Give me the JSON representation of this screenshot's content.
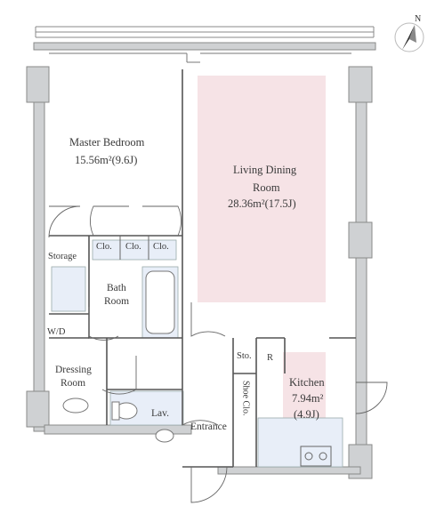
{
  "compass": {
    "north_label": "N"
  },
  "rooms": {
    "master_bedroom": {
      "name": "Master Bedroom",
      "area": "15.56m²(9.6J)"
    },
    "living_dining": {
      "name_line1": "Living Dining",
      "name_line2": "Room",
      "area": "28.36m²(17.5J)"
    },
    "kitchen": {
      "name": "Kitchen",
      "area": "7.94m²",
      "area_j": "(4.9J)"
    },
    "bath_room": {
      "line1": "Bath",
      "line2": "Room"
    },
    "dressing_room": {
      "line1": "Dressing",
      "line2": "Room"
    },
    "storage": "Storage",
    "closet_1": "Clo.",
    "closet_2": "Clo.",
    "closet_3": "Clo.",
    "wd": "W/D",
    "lav": "Lav.",
    "entrance": "Entrance",
    "storage_small": "Sto.",
    "shoe_closet": "Shoe Clo.",
    "refrigerator": "R"
  },
  "colors": {
    "wall": "#cfd1d3",
    "wall_stroke": "#8a8a8a",
    "living_fill": "#f6e3e6",
    "kitchen_fill": "#f6e3e6",
    "wet_area_fill": "#e8eef8",
    "line": "#555555"
  }
}
